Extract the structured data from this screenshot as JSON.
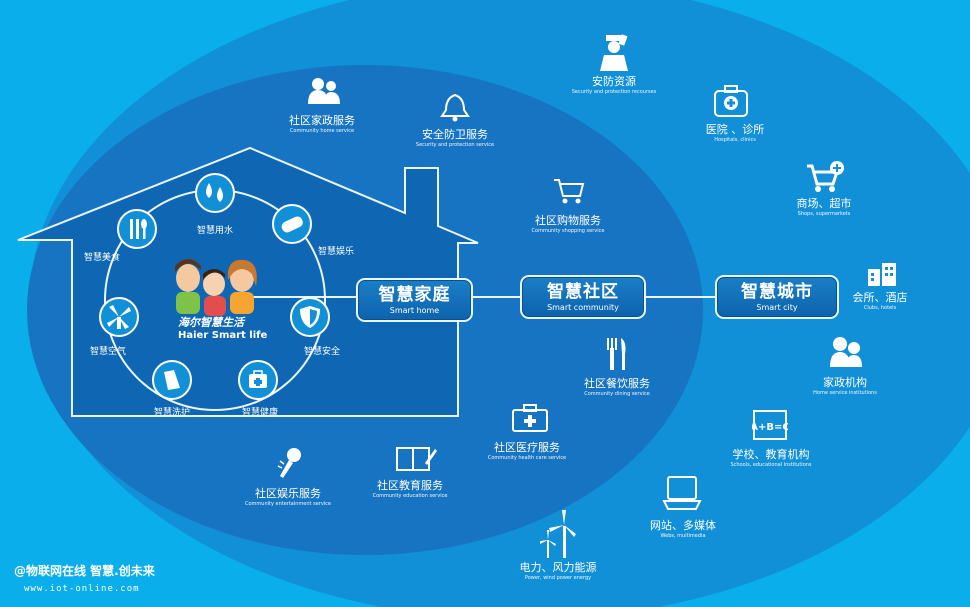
{
  "colors": {
    "background": "#0aaeea",
    "outer_ellipse": "#118fd7",
    "inner_ellipse": "#1774c2",
    "house": "#0f67b3",
    "white": "#ffffff"
  },
  "nodes": {
    "home": {
      "cn": "智慧家庭",
      "en": "Smart home"
    },
    "community": {
      "cn": "智慧社区",
      "en": "Smart community"
    },
    "city": {
      "cn": "智慧城市",
      "en": "Smart city"
    }
  },
  "haier": {
    "brand_cn": "海尔智慧生活",
    "brand_en": "Haier Smart life"
  },
  "home_services": {
    "water": "智慧用水",
    "entertainment": "智慧娱乐",
    "safety": "智慧安全",
    "health": "智慧健康",
    "laundry": "智慧洗护",
    "air": "智慧空气",
    "food": "智慧美食"
  },
  "community_services": {
    "housekeeping": {
      "cn": "社区家政服务",
      "en": "Community home service"
    },
    "security": {
      "cn": "安全防卫服务",
      "en": "Security and protection service"
    },
    "shopping": {
      "cn": "社区购物服务",
      "en": "Community shopping service"
    },
    "dining": {
      "cn": "社区餐饮服务",
      "en": "Community dining service"
    },
    "medical": {
      "cn": "社区医疗服务",
      "en": "Community health care service"
    },
    "education": {
      "cn": "社区教育服务",
      "en": "Community education service"
    },
    "entertainment": {
      "cn": "社区娱乐服务",
      "en": "Community entertainment service"
    }
  },
  "city_services": {
    "security_res": {
      "cn": "安防资源",
      "en": "Security and protection recourses"
    },
    "hospitals": {
      "cn": "医院 、诊所",
      "en": "Hospitals, clinics"
    },
    "shops": {
      "cn": "商场、超市",
      "en": "Shops, supermarkets"
    },
    "clubs": {
      "cn": "会所、酒店",
      "en": "Clubs, hotels"
    },
    "domestic": {
      "cn": "家政机构",
      "en": "Home service institutions"
    },
    "schools": {
      "cn": "学校、教育机构",
      "en": "Schools, educational institutions"
    },
    "webs": {
      "cn": "网站、多媒体",
      "en": "Webs, multimedia"
    },
    "power": {
      "cn": "电力、风力能源",
      "en": "Power, wind power energy"
    }
  },
  "watermark": {
    "line1": "@物联网在线 智慧.创未来",
    "line2": "www.iot-online.com"
  }
}
